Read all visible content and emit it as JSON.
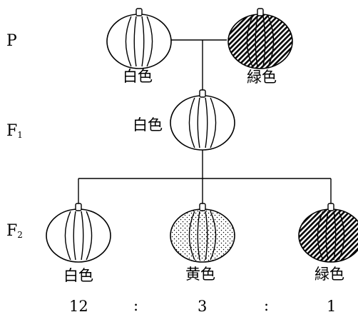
{
  "generations": {
    "p": {
      "letter": "P",
      "sub": ""
    },
    "f1": {
      "letter": "F",
      "sub": "1"
    },
    "f2": {
      "letter": "F",
      "sub": "2"
    }
  },
  "pumpkins": {
    "p_left": {
      "label": "白色",
      "pattern": "white"
    },
    "p_right": {
      "label": "緑色",
      "pattern": "green"
    },
    "f1": {
      "label": "白色",
      "pattern": "white"
    },
    "f2_a": {
      "label": "白色",
      "pattern": "white"
    },
    "f2_b": {
      "label": "黄色",
      "pattern": "yellow"
    },
    "f2_c": {
      "label": "緑色",
      "pattern": "green"
    }
  },
  "ratio": {
    "values": [
      "12",
      "3",
      "1"
    ],
    "separator": ":"
  }
}
